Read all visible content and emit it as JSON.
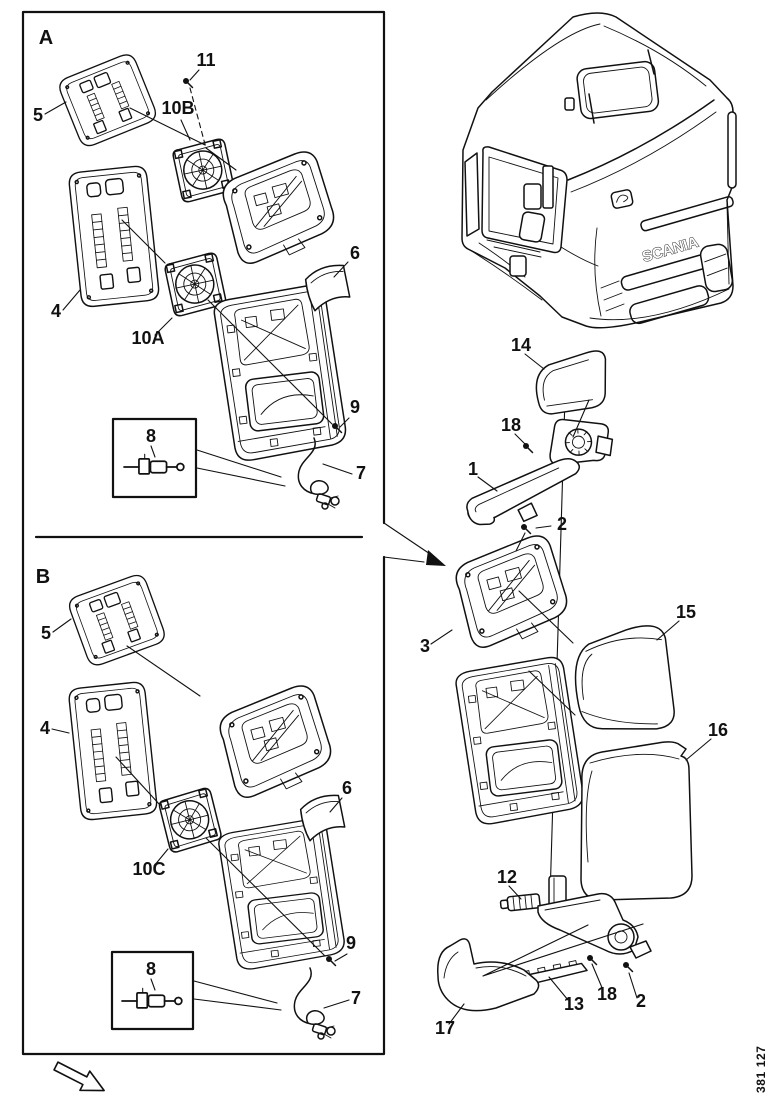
{
  "page": {
    "background": "#ffffff",
    "ink": "#111111",
    "figure_number": "381 127"
  },
  "icons": {
    "detail_arrow": "solid arrow pointing from panel box to assembly",
    "page_direction_arrow": "outlined southeast arrow"
  },
  "panel_a": {
    "label": "A",
    "callouts": {
      "c5": "5",
      "c11": "11",
      "c10b": "10B",
      "c4": "4",
      "c10a": "10A",
      "c6": "6",
      "c9": "9",
      "c8": "8",
      "c7": "7"
    }
  },
  "panel_b": {
    "label": "B",
    "callouts": {
      "c5": "5",
      "c4": "4",
      "c10c": "10C",
      "c6": "6",
      "c9": "9",
      "c8": "8",
      "c7": "7"
    }
  },
  "right_assembly": {
    "truck_brand_text": "SCANIA",
    "callouts": {
      "c14": "14",
      "c18a": "18",
      "c1": "1",
      "c2a": "2",
      "c3": "3",
      "c15": "15",
      "c16": "16",
      "c12": "12",
      "c13": "13",
      "c17": "17",
      "c18b": "18",
      "c2b": "2"
    }
  }
}
